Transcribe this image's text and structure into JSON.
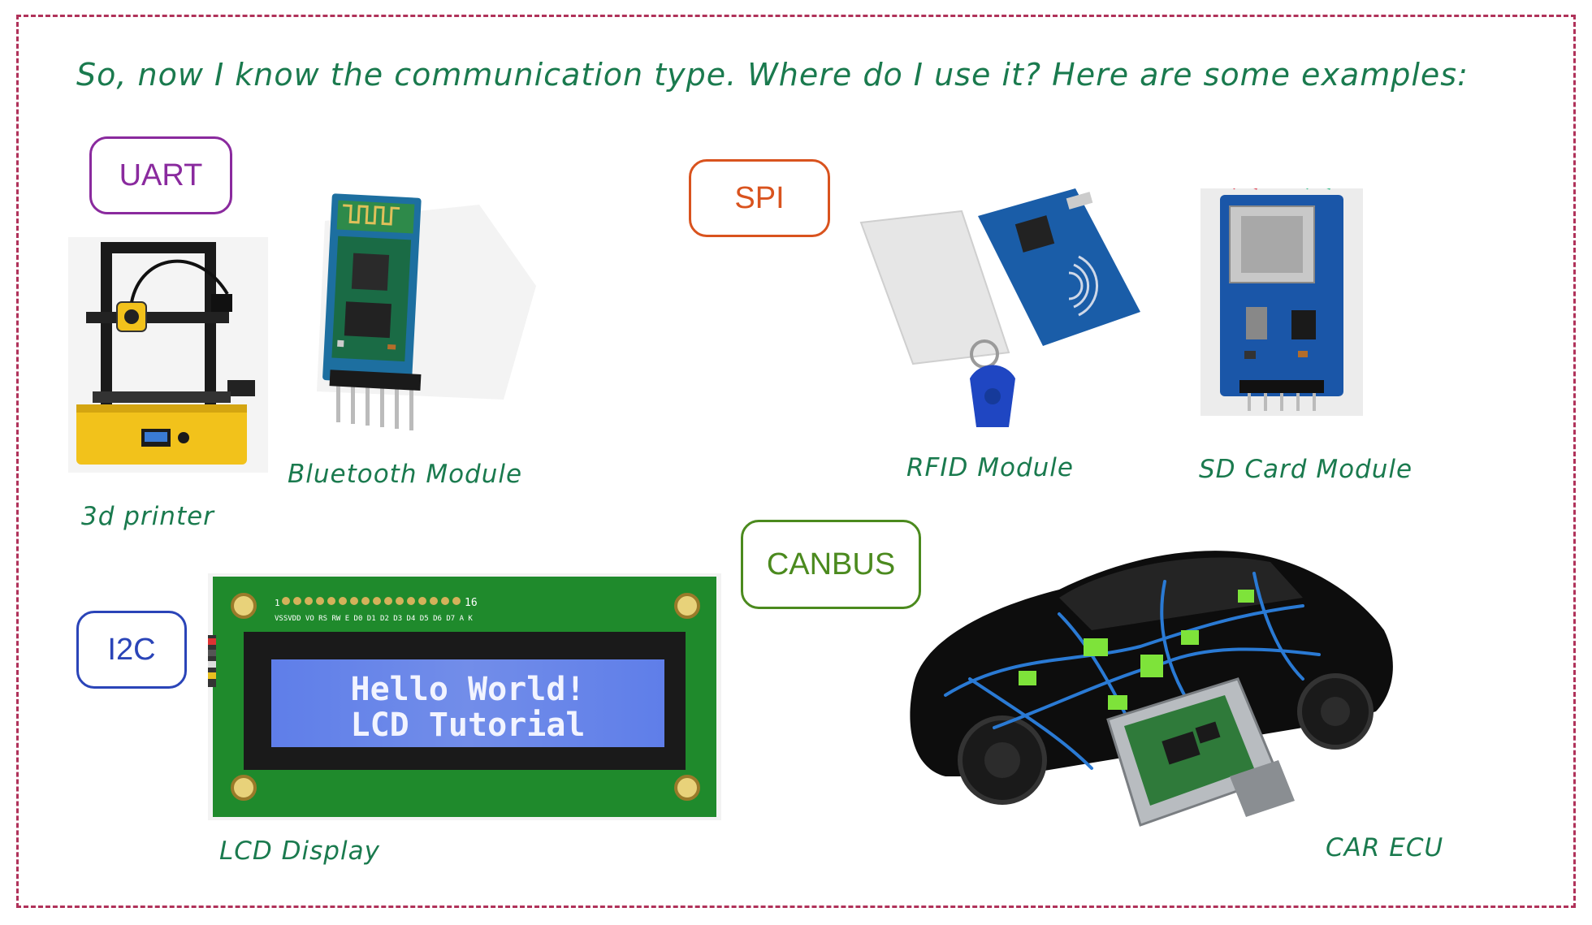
{
  "headline": "So, now I know the communication type. Where do I use it? Here are some examples:",
  "colors": {
    "frame": "#b0325a",
    "handwriting": "#1a7a4e",
    "uart": "#8a2a9e",
    "spi": "#d9531e",
    "canbus": "#4b8a1e",
    "i2c": "#2a44b8"
  },
  "protocols": {
    "uart": {
      "label": "UART"
    },
    "spi": {
      "label": "SPI"
    },
    "canbus": {
      "label": "CANBUS"
    },
    "i2c": {
      "label": "I2C"
    }
  },
  "examples": {
    "printer": {
      "caption": "3d printer",
      "icon": "3d-printer-photo"
    },
    "bluetooth": {
      "caption": "Bluetooth Module",
      "icon": "bluetooth-module-photo"
    },
    "rfid": {
      "caption": "RFID Module",
      "icon": "rfid-module-photo"
    },
    "sdcard": {
      "caption": "SD Card Module",
      "icon": "sd-card-module-photo"
    },
    "lcd": {
      "caption": "LCD Display",
      "icon": "lcd-display-photo",
      "screen_line1": "Hello World!",
      "screen_line2": "LCD Tutorial",
      "pin_labels": "VSSVDD VO RS RW E D0 D1 D2 D3 D4 D5 D6 D7 A K",
      "pin_start": "1",
      "pin_end": "16"
    },
    "ecu": {
      "caption": "CAR ECU",
      "icon": "car-ecu-photo"
    }
  }
}
